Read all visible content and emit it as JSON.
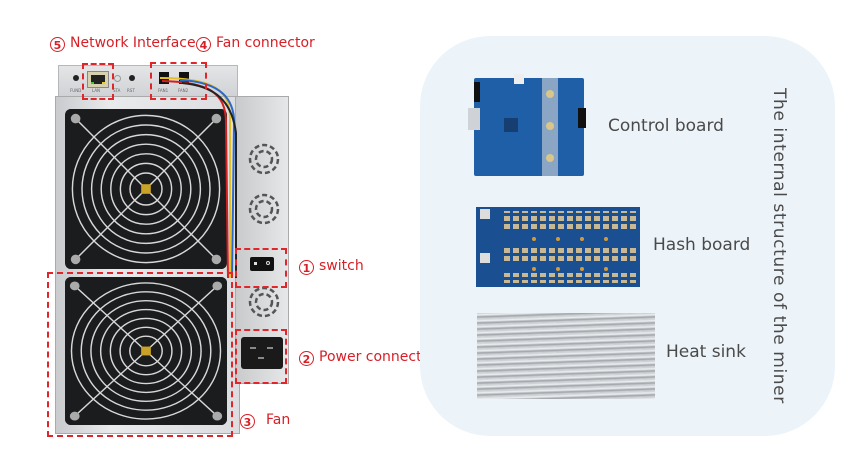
{
  "callouts": [
    {
      "id": 5,
      "number": "5",
      "text": "Network Interface"
    },
    {
      "id": 4,
      "number": "4",
      "text": "Fan connector"
    },
    {
      "id": 1,
      "number": "1",
      "text": "switch"
    },
    {
      "id": 2,
      "number": "2",
      "text": "Power connector"
    },
    {
      "id": 3,
      "number": "3",
      "text": "Fan"
    }
  ],
  "panel_ports": {
    "fund": "FUND",
    "lan": "LAN",
    "sta": "STA",
    "rst": "RST",
    "fan1": "FAN1",
    "fan2": "FAN2"
  },
  "internal": {
    "title": "The internal structure of the miner",
    "components": [
      {
        "name": "Control board"
      },
      {
        "name": "Hash board"
      },
      {
        "name": "Heat sink"
      }
    ]
  },
  "colors": {
    "callout_red": "#d61f26",
    "panel_bg": "#ecf4fa",
    "label_gray": "#4a4a4a",
    "pcb_blue": "#1f5fa8"
  }
}
